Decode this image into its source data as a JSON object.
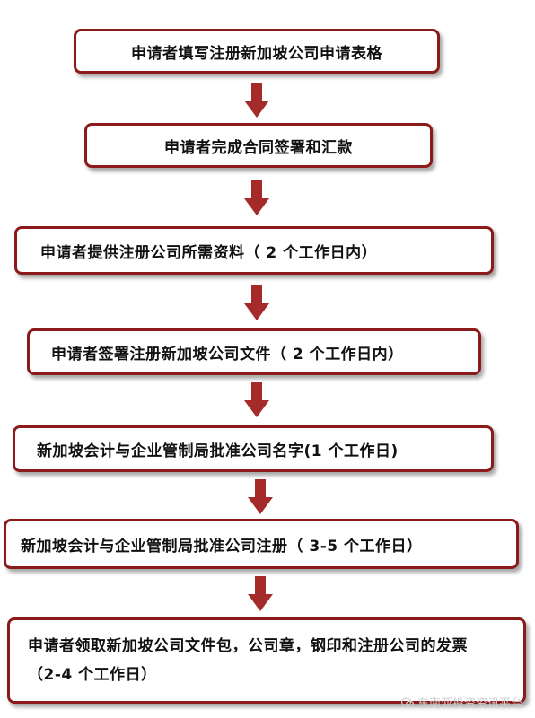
{
  "steps": [
    {
      "label": "申请者填写注册新加坡公司申请表格"
    },
    {
      "label": "申请者完成合同签署和汇款"
    },
    {
      "label": "申请者提供注册公司所需资料（ 2 个工作日内）"
    },
    {
      "label": "申请者签署注册新加坡公司文件（ 2 个工作日内）"
    },
    {
      "label": "新加坡会计与企业管制局批准公司名字(1 个工作日)"
    },
    {
      "label": "新加坡会计与企业管制局批准公司注册（ 3-5 个工作日）"
    },
    {
      "label": "申请者领取新加坡公司文件包，公司章，钢印和注册公司的发票 （2-4 个工作日）"
    }
  ],
  "watermark": {
    "text": "东南亚投资资讯平台",
    "icon": "wechat-icon"
  },
  "colors": {
    "border": "#8b1a1a",
    "arrow": "#a52a2a",
    "text": "#111111"
  }
}
